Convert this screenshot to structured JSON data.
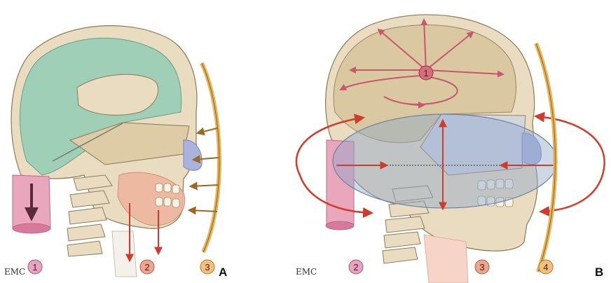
{
  "figure": {
    "panels": [
      {
        "id": "A",
        "letter": "A",
        "logo": "EMC",
        "badges": [
          {
            "num": "1",
            "color": "#e7a3c0"
          },
          {
            "num": "2",
            "color": "#f0a48c"
          },
          {
            "num": "3",
            "color": "#f2c07a"
          }
        ]
      },
      {
        "id": "B",
        "letter": "B",
        "logo": "EMC",
        "center_badge": {
          "num": "1",
          "color": "#d96b7a"
        },
        "badges": [
          {
            "num": "2",
            "color": "#e7a3c0"
          },
          {
            "num": "3",
            "color": "#f0a48c"
          },
          {
            "num": "4",
            "color": "#f2c07a"
          }
        ]
      }
    ],
    "colors": {
      "bone": "#e9dcc0",
      "bone_dark": "#cdb892",
      "brain_green": "#9fcfb6",
      "vessel_pink": "#e9a7bd",
      "face_arc": "#e8b45a",
      "arrow_red": "#d23a2a",
      "arrow_brown": "#9a6a22",
      "ellipse_blue": "#8fa7c9"
    }
  }
}
